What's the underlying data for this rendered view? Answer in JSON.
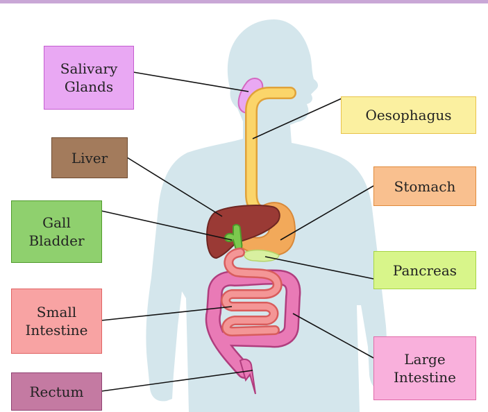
{
  "labels": {
    "salivary_glands": [
      "Salivary",
      "Glands"
    ],
    "oesophagus": "Oesophagus",
    "liver": "Liver",
    "stomach": "Stomach",
    "gall_bladder": [
      "Gall",
      "Bladder"
    ],
    "pancreas": "Pancreas",
    "small_intestine": [
      "Small",
      "Intestine"
    ],
    "large_intestine": [
      "Large",
      "Intestine"
    ],
    "rectum": "Rectum"
  },
  "colors": {
    "salivary_glands": "#e9a8f3",
    "oesophagus": "#fbf0a0",
    "liver": "#a37b5c",
    "stomach": "#f9c08f",
    "gall_bladder": "#8fd06e",
    "pancreas": "#d8f58a",
    "small_intestine": "#f8a3a3",
    "large_intestine": "#f9b0dc",
    "rectum": "#c47aa2",
    "silhouette": "#d4e6ec",
    "top_bar": "#c9a7d6"
  }
}
